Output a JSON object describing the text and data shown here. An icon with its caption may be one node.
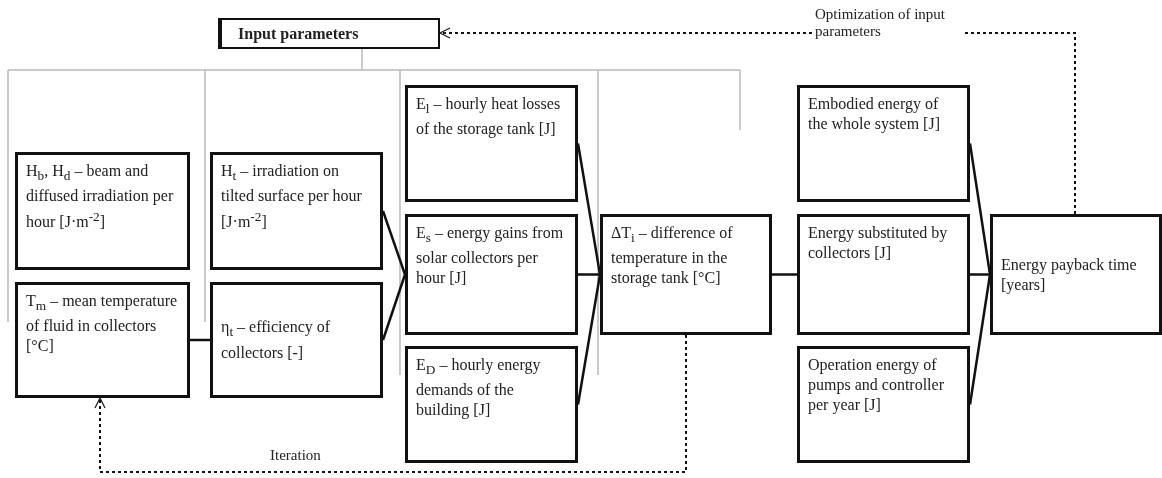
{
  "diagram": {
    "nodes": [
      {
        "text": [
          "Input parameters"
        ]
      },
      {
        "text": [
          "H$_{b}$, H$_{d}$ – beam and diffused irradiation per hour [J·m$^{-2}$]"
        ]
      },
      {
        "text": [
          "T$_{m}$ – mean temperature of fluid in collectors [°C]"
        ]
      },
      {
        "text": [
          "H$_{t}$ – irradiation on tilted surface per hour [J·m$^{-2}$]"
        ]
      },
      {
        "text": [
          "η$_{t}$ – efficiency of collectors [-]"
        ]
      },
      {
        "text": [
          "E$_{l}$ – hourly heat losses of the storage tank [J]"
        ]
      },
      {
        "text": [
          "E$_{s}$ – energy gains from solar collectors per hour [J]"
        ]
      },
      {
        "text": [
          "E$_{D}$ – hourly energy demands of the building [J]"
        ]
      },
      {
        "text": [
          "ΔT$_{i}$ – difference of temperature in the storage tank [°C]"
        ]
      },
      {
        "text": [
          "Embodied energy of the whole system [J]"
        ]
      },
      {
        "text": [
          "Energy substituted by collectors [J]"
        ]
      },
      {
        "text": [
          "Operation energy of pumps and controller per year [J]"
        ]
      },
      {
        "text": [
          "Energy payback time [years]"
        ]
      }
    ],
    "edges": [
      {
        "from": 2,
        "to": 4,
        "arrow": "none"
      },
      {
        "from": 3,
        "to": 6,
        "arrow": "none"
      },
      {
        "from": 4,
        "to": 6,
        "arrow": "none"
      },
      {
        "from": 5,
        "to": 8,
        "arrow": "none"
      },
      {
        "from": 6,
        "to": 8,
        "arrow": "none"
      },
      {
        "from": 7,
        "to": 8,
        "arrow": "none"
      },
      {
        "from": 8,
        "to": 10,
        "arrow": "none"
      },
      {
        "from": 9,
        "to": 12,
        "arrow": "none"
      },
      {
        "from": 10,
        "to": 12,
        "arrow": "none"
      },
      {
        "from": 11,
        "to": 12,
        "arrow": "none"
      },
      {
        "from": 8,
        "to": 2,
        "arrow": "to",
        "style": "dashed",
        "label": "Iteration"
      },
      {
        "from": 12,
        "to": 0,
        "arrow": "to",
        "style": "dashed",
        "label": "Optimization of input parameters"
      }
    ]
  }
}
